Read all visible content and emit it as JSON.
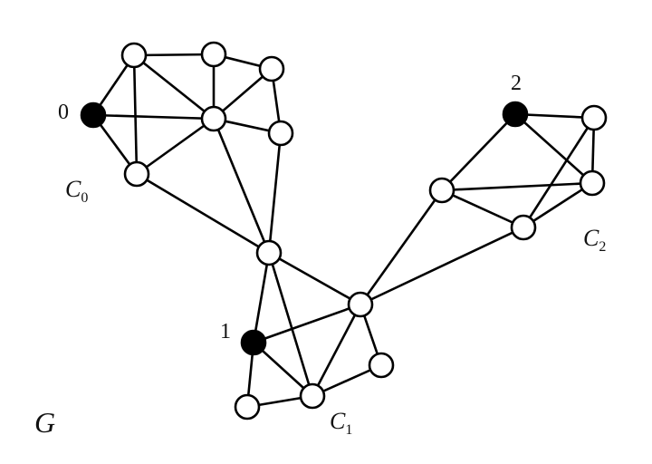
{
  "graph": {
    "name": "G",
    "node_labels": {
      "n0": "0",
      "n1": "1",
      "n2": "2"
    },
    "clusters": [
      {
        "symbol": "C",
        "index": "0"
      },
      {
        "symbol": "C",
        "index": "1"
      },
      {
        "symbol": "C",
        "index": "2"
      }
    ],
    "colors": {
      "edge": "#000000",
      "node_fill": "#ffffff",
      "highlight_fill": "#000000"
    },
    "highlighted_nodes": [
      "D",
      "J",
      "N"
    ],
    "edges": [
      [
        "A",
        "B"
      ],
      [
        "B",
        "C"
      ],
      [
        "A",
        "D"
      ],
      [
        "A",
        "G"
      ],
      [
        "A",
        "E"
      ],
      [
        "B",
        "E"
      ],
      [
        "C",
        "E"
      ],
      [
        "C",
        "F"
      ],
      [
        "D",
        "E"
      ],
      [
        "D",
        "G"
      ],
      [
        "E",
        "F"
      ],
      [
        "E",
        "G"
      ],
      [
        "E",
        "H"
      ],
      [
        "F",
        "H"
      ],
      [
        "G",
        "H"
      ],
      [
        "H",
        "I"
      ],
      [
        "H",
        "J"
      ],
      [
        "H",
        "L"
      ],
      [
        "I",
        "J"
      ],
      [
        "I",
        "L"
      ],
      [
        "I",
        "K"
      ],
      [
        "J",
        "L"
      ],
      [
        "J",
        "M"
      ],
      [
        "M",
        "L"
      ],
      [
        "L",
        "K"
      ],
      [
        "I",
        "P"
      ],
      [
        "I",
        "R"
      ],
      [
        "N",
        "O"
      ],
      [
        "N",
        "P"
      ],
      [
        "N",
        "Q"
      ],
      [
        "O",
        "Q"
      ],
      [
        "O",
        "R"
      ],
      [
        "P",
        "Q"
      ],
      [
        "P",
        "R"
      ],
      [
        "R",
        "Q"
      ]
    ]
  }
}
